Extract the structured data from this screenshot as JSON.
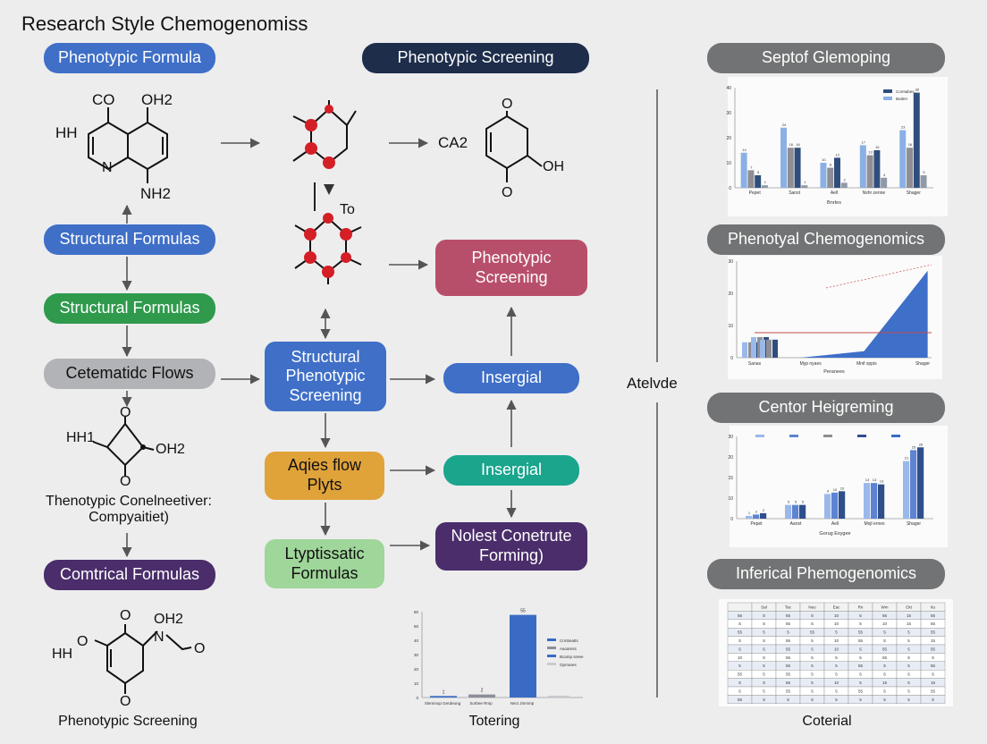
{
  "title": "Research Style Chemogenomiss",
  "pills": {
    "p1": "Phenotypic Formula",
    "p2": "Phenotypic Screening",
    "p3": "Structural Formulas",
    "p4": "Structural Formulas",
    "p5": "Cetematidc Flows",
    "p6": "Comtrical Formulas",
    "m1": "Structural Phenotypic Screening",
    "m2": "Aqies flow Plyts",
    "m3": "Ltyptissatic Formulas",
    "r1": "Phenotypic Screening",
    "r2": "Insergial",
    "r3": "Insergial",
    "r4": "Nolest Conetrute Forming)"
  },
  "side_headers": {
    "h1": "Septof Glemoping",
    "h2": "Phenotyal Chemogenomics",
    "h3": "Centor Heigreming",
    "h4": "Inferical Phemogenomics"
  },
  "captions": {
    "left_mid": "Thenotypic Conelneetiver: Compyaitiet)",
    "left_bottom": "Phenotypic Screening",
    "center_bottom": "Totering",
    "right_bottom": "Coterial",
    "divider_label": "Atelvde"
  },
  "chem_labels": {
    "m1_co": "CO",
    "m1_oh2": "OH2",
    "m1_hh": "HH",
    "m1_n": "N",
    "m1_nh2": "NH2",
    "ca2": "CA2",
    "ring2_o1": "O",
    "ring2_o2": "O",
    "ring2_oh": "OH",
    "to": "To",
    "m4_o1": "O",
    "m4_o2": "O",
    "m4_hh1": "HH1",
    "m4_oh2": "OH2",
    "m5_o1": "O",
    "m5_oh2": "OH2",
    "m5_n": "N",
    "m5_hh": "HH",
    "m5_o2": "O",
    "m5_o3": "O",
    "m5_o4": "O"
  },
  "chart_data": [
    {
      "type": "bar",
      "title": "Septof Glemoping",
      "categories": [
        "Pepet",
        "Sanst",
        "Aell",
        "Nshr zenne",
        "Shager"
      ],
      "series": [
        {
          "name": "Comtabes",
          "values": [
            14,
            24,
            10,
            17,
            23
          ]
        },
        {
          "name": "Butten",
          "values": [
            7,
            16,
            8,
            13,
            16
          ]
        },
        {
          "name": "",
          "values": [
            5,
            16,
            12,
            15,
            38
          ]
        },
        {
          "name": "",
          "values": [
            1,
            1,
            2,
            4,
            5
          ]
        }
      ],
      "ylim": [
        0,
        40
      ],
      "yticks": [
        "0",
        "10",
        "20",
        "30",
        "40"
      ],
      "xlabel": "Bnrtes",
      "color": [
        "#8ab0e6",
        "#8e8e94",
        "#2f4e7c",
        "#8f9aa8"
      ]
    },
    {
      "type": "area",
      "title": "Phenotyal Chemogenomics",
      "categories": [
        "Sanas",
        "Myp nyaes",
        "Mnif xppis",
        "Shager"
      ],
      "area_values": [
        0,
        0,
        2,
        27
      ],
      "bars": [
        3,
        4,
        3.5,
        0
      ],
      "ylim": [
        0,
        30
      ],
      "yticks": [
        "0",
        "10",
        "20",
        "30"
      ],
      "xlabel": "Peranees",
      "colors": {
        "area": "#3e6fc9",
        "line": "#c64b4b"
      }
    },
    {
      "type": "bar",
      "title": "Centor Heigreming",
      "categories": [
        "Pepet",
        "Aanst",
        "Aell",
        "Mojl ernes",
        "Shager"
      ],
      "series": [
        {
          "name": "",
          "values": [
            1,
            5,
            9,
            13,
            21
          ]
        },
        {
          "name": "",
          "values": [
            1.5,
            5,
            9.5,
            13,
            25
          ]
        },
        {
          "name": "",
          "values": [
            2,
            5,
            10,
            12.5,
            26
          ]
        }
      ],
      "ylim": [
        0,
        30
      ],
      "yticks": [
        "0",
        "10",
        "15",
        "20",
        "30"
      ],
      "xlabel": "Gorug Exygee",
      "color": [
        "#9ab8ea",
        "#5d84d2",
        "#2f4f8c"
      ]
    },
    {
      "type": "bar",
      "title": "",
      "categories": [
        "Slemmup Gerdeung",
        "Sorbee Rmp",
        "Nect Jmmmp"
      ],
      "values": [
        1,
        2,
        55
      ],
      "ylim": [
        0,
        60
      ],
      "xlabel": "Totering",
      "legend": [
        "Crmbeatts",
        "Aaoamss",
        "Bcamp sreee",
        "Oprranes"
      ],
      "colors": [
        "#3a6bc4",
        "#8a8f99",
        "#3a6bc4",
        "#c8cbd0"
      ]
    }
  ],
  "table": {
    "title": "Inferical Phemogenomics",
    "caption": "Coterial",
    "headers": [
      "",
      "Sal",
      "Tac",
      "Neo",
      "Eac",
      "Rn",
      "Wm",
      "Ckt",
      "Itu"
    ],
    "rows": [
      [
        "55",
        "S",
        "55",
        "S",
        "10",
        "5",
        "55",
        "15",
        "55"
      ],
      [
        "S",
        "S",
        "55",
        "S",
        "10",
        "5",
        "10",
        "15",
        "55"
      ],
      [
        "55",
        "5",
        "S",
        "55",
        "5",
        "55",
        "S",
        "5",
        "55"
      ],
      [
        "S",
        "S",
        "55",
        "5",
        "10",
        "55",
        "S",
        "5",
        "15"
      ],
      [
        "S",
        "S",
        "55",
        "5",
        "10",
        "S",
        "55",
        "5",
        "55"
      ],
      [
        "10",
        "S",
        "55",
        "5",
        "5",
        "5",
        "55",
        "S",
        "S"
      ],
      [
        "5",
        "5",
        "55",
        "5",
        "5",
        "55",
        "S",
        "5",
        "55"
      ],
      [
        "55",
        "5",
        "55",
        "5",
        "5",
        "S",
        "S",
        "S",
        "S"
      ],
      [
        "S",
        "S",
        "55",
        "5",
        "10",
        "5",
        "15",
        "5",
        "15"
      ],
      [
        "S",
        "5",
        "55",
        "S",
        "5",
        "55",
        "S",
        "5",
        "55"
      ],
      [
        "55",
        "S",
        "S",
        "S",
        "5",
        "5",
        "S",
        "5",
        "S"
      ]
    ]
  }
}
